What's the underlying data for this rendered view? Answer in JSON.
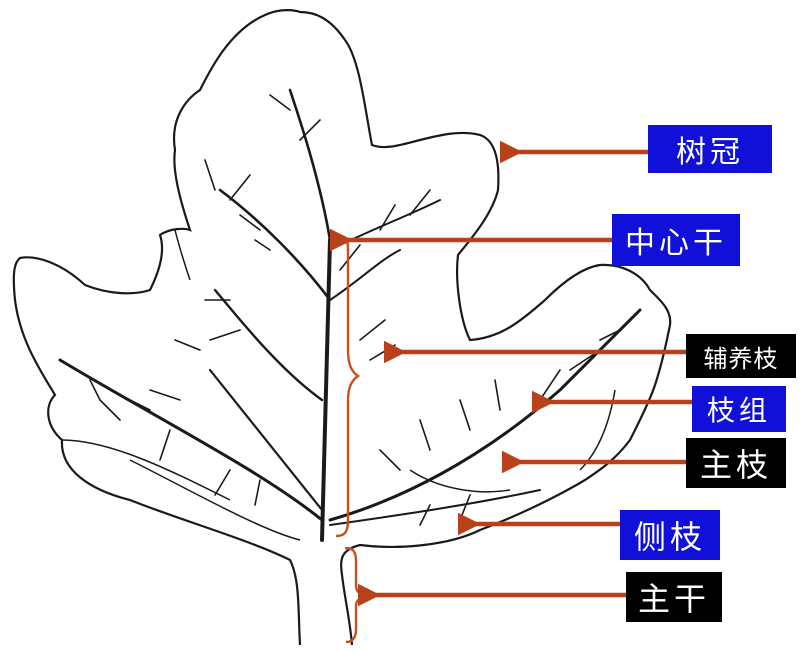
{
  "labels": {
    "crown": "树冠",
    "central_leader": "中心干",
    "nursing_branch": "辅养枝",
    "branch_group": "枝组",
    "main_branch": "主枝",
    "lateral_branch": "侧枝",
    "trunk": "主干"
  },
  "colors": {
    "label_blue": "#1010d8",
    "label_black": "#000000",
    "arrow": "#b8401a",
    "outline": "#1a1a1a"
  }
}
